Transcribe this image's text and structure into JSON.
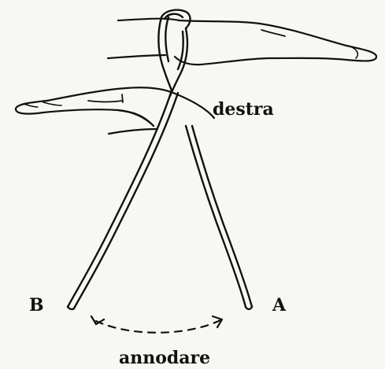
{
  "figure": {
    "label_right_hand": "destra",
    "label_end_a": "A",
    "label_end_b": "B",
    "label_action": "annodare"
  },
  "colors": {
    "ink": "#111111",
    "paper": "#f7f7f4"
  }
}
